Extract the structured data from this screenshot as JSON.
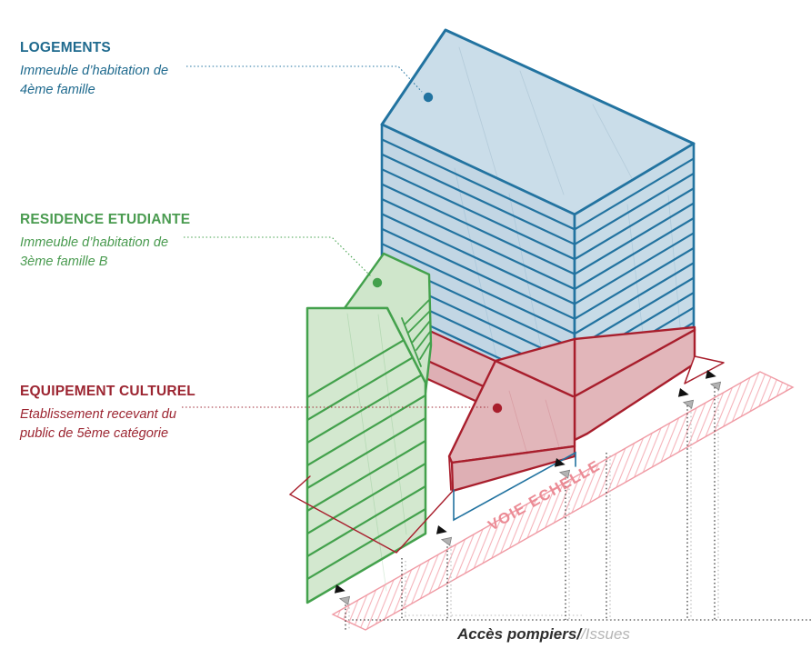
{
  "legend": {
    "logements": {
      "title": "LOGEMENTS",
      "line1": "Immeuble d’habitation de",
      "line2": "4ème famille"
    },
    "residence": {
      "title": "RESIDENCE ETUDIANTE",
      "line1": "Immeuble d’habitation de",
      "line2": "3ème famille B"
    },
    "equipement": {
      "title": "EQUIPEMENT CULTUREL",
      "line1": "Etablissement recevant du",
      "line2": "public de 5ème catégorie"
    }
  },
  "road": {
    "label": "VOIE ECHELLE"
  },
  "footer": {
    "dark": "Accès pompiers/",
    "light": "/Issues"
  },
  "colors": {
    "blue": "#2273a0",
    "blue_fill": "#c7dbe7",
    "blue_text": "#1f6a8e",
    "green": "#43a14c",
    "green_fill": "#d3e8cf",
    "green_text": "#4a9b50",
    "red": "#a81e2c",
    "red_fill": "#e2b6ba",
    "red_text": "#9c2531",
    "pink_band": "#f09aa4",
    "pink_hatch": "#f5b3ba",
    "road_text": "#eb8b95",
    "marker_black": "#111111",
    "marker_gray": "#b3b3b3"
  }
}
